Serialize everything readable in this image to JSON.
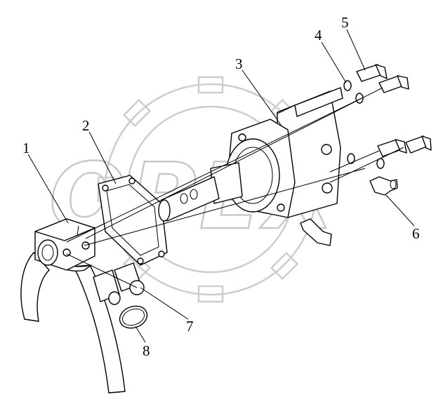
{
  "diagram": {
    "watermark": {
      "text": "OPEX"
    },
    "callouts": [
      {
        "id": "1",
        "label": "1"
      },
      {
        "id": "2",
        "label": "2"
      },
      {
        "id": "3",
        "label": "3"
      },
      {
        "id": "4",
        "label": "4"
      },
      {
        "id": "5",
        "label": "5"
      },
      {
        "id": "6",
        "label": "6"
      },
      {
        "id": "7",
        "label": "7"
      },
      {
        "id": "8",
        "label": "8"
      }
    ]
  }
}
